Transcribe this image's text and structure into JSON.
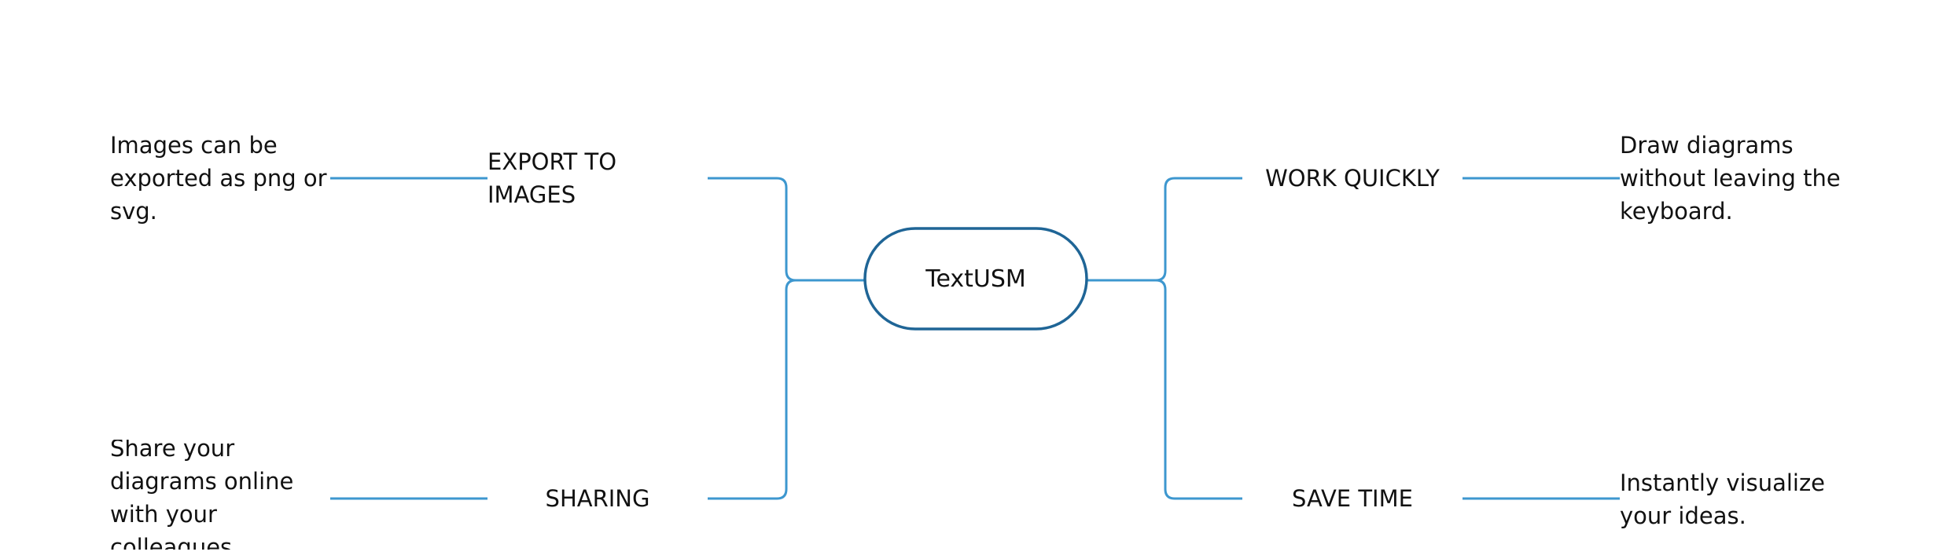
{
  "colors": {
    "link": "#3d97cf",
    "root_border": "#1f6596",
    "text": "#111111",
    "background": "#ffffff"
  },
  "root": {
    "label": "TextUSM"
  },
  "topics": [
    {
      "id": "export",
      "label": "EXPORT TO IMAGES",
      "detail": "Images can be exported as png or svg."
    },
    {
      "id": "sharing",
      "label": "SHARING",
      "detail": "Share your diagrams online with your colleagues."
    },
    {
      "id": "work-quickly",
      "label": "WORK QUICKLY",
      "detail": "Draw diagrams without leaving the keyboard."
    },
    {
      "id": "save-time",
      "label": "SAVE TIME",
      "detail": "Instantly visualize your ideas."
    }
  ]
}
